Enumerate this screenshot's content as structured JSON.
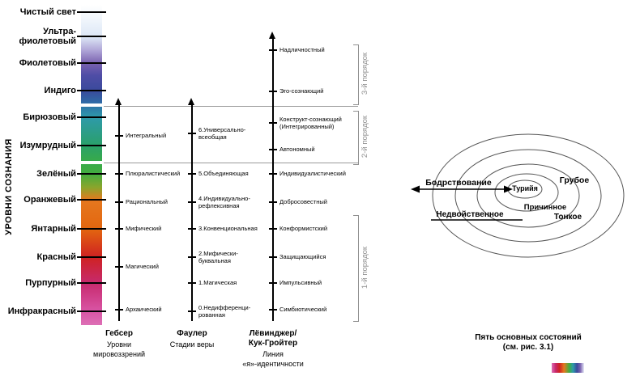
{
  "axis_label": "УРОВНИ СОЗНАНИЯ",
  "levels": [
    [
      "Чистый свет"
    ],
    [
      "Ультра-",
      "фиолетовый"
    ],
    [
      "Фиолетовый"
    ],
    [
      "Индиго"
    ],
    [
      "Бирюзовый"
    ],
    [
      "Изумрудный"
    ],
    [
      "Зелёный"
    ],
    [
      "Оранжевый"
    ],
    [
      "Янтарный"
    ],
    [
      "Красный"
    ],
    [
      "Пурпурный"
    ],
    [
      "Инфракрасный"
    ]
  ],
  "gebser": {
    "header": "Гебсер",
    "subheader": [
      "Уровни",
      "мировоззрений"
    ],
    "items": [
      [
        "Интегральный"
      ],
      [
        "Плюралистический"
      ],
      [
        "Рациональный"
      ],
      [
        "Мифический"
      ],
      [
        "Магический"
      ],
      [
        "Архаический"
      ]
    ]
  },
  "fowler": {
    "header": "Фаулер",
    "subheader": [
      "Стадии веры"
    ],
    "items": [
      [
        "6.Универсально-",
        "всеобщая"
      ],
      [
        "5.Объединяющая"
      ],
      [
        "4.Индивидуально-",
        "рефлексивная"
      ],
      [
        "3.Конвенциональная"
      ],
      [
        "2.Мифически-",
        "буквальная"
      ],
      [
        "1.Магическая"
      ],
      [
        "0.Недифференци-",
        "рованная"
      ]
    ]
  },
  "loevinger": {
    "header": [
      "Лёвинджер/",
      "Кук-Гройтер"
    ],
    "subheader": [
      "Линия",
      "«я»-идентичности"
    ],
    "items": [
      [
        "Надличностный"
      ],
      [
        "Эго-сознающий"
      ],
      [
        "Конструкт-сознающий",
        "(Интегрированный)"
      ],
      [
        "Автономный"
      ],
      [
        "Индивидуалистический"
      ],
      [
        "Добросовестный"
      ],
      [
        "Конформистский"
      ],
      [
        "Защищающийся"
      ],
      [
        "Импульсивный"
      ],
      [
        "Симбиотический"
      ]
    ]
  },
  "orders": [
    "3-й порядок",
    "2-й порядок",
    "1-й порядок"
  ],
  "states": {
    "title": [
      "Пять основных состояний",
      "(см. рис. 3.1)"
    ],
    "labels": {
      "waking": "Бодрствование",
      "turiya": "Турийя",
      "gross": "Грубое",
      "causal": "Причинное",
      "subtle": "Тонкое",
      "nondual": "Недвойственное"
    }
  },
  "colors": {
    "order_gray": "#909090",
    "line_black": "#000000"
  }
}
